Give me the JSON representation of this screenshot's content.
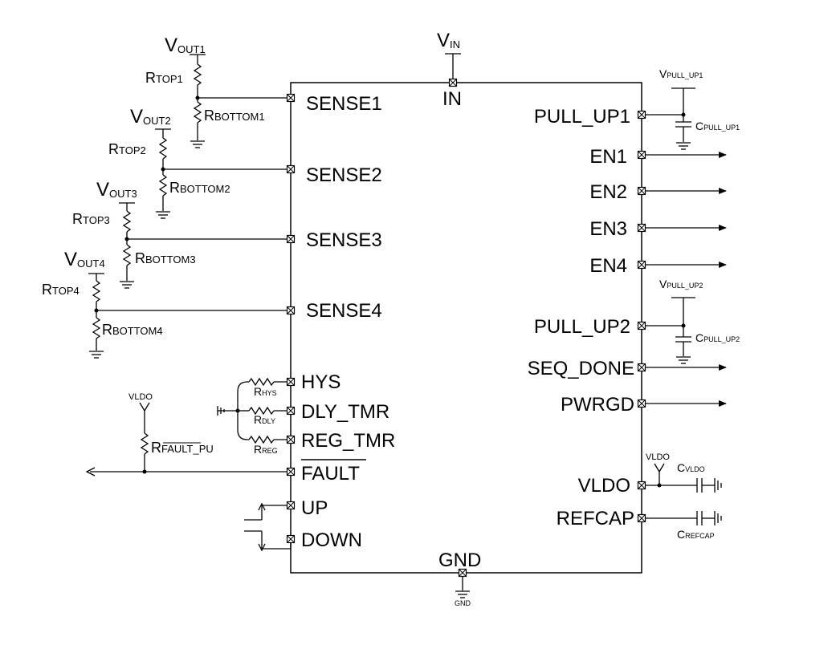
{
  "chip": {
    "top_pin": "IN",
    "bottom_pin": "GND",
    "left_pins": [
      "SENSE1",
      "SENSE2",
      "SENSE3",
      "SENSE4",
      "HYS",
      "DLY_TMR",
      "REG_TMR",
      "FAULT",
      "UP",
      "DOWN"
    ],
    "right_pins": [
      "PULL_UP1",
      "EN1",
      "EN2",
      "EN3",
      "EN4",
      "PULL_UP2",
      "SEQ_DONE",
      "PWRGD",
      "VLDO",
      "REFCAP"
    ]
  },
  "supplies": {
    "vin": {
      "main": "V",
      "sub": "IN"
    },
    "vout": [
      {
        "main": "V",
        "sub": "OUT1"
      },
      {
        "main": "V",
        "sub": "OUT2"
      },
      {
        "main": "V",
        "sub": "OUT3"
      },
      {
        "main": "V",
        "sub": "OUT4"
      }
    ],
    "vpull_up1": {
      "main": "V",
      "sub": "PULL_UP1"
    },
    "vpull_up2": {
      "main": "V",
      "sub": "PULL_UP2"
    },
    "vldo_left": "VLDO",
    "vldo_right": "VLDO",
    "gnd_label": "GND"
  },
  "resistors": {
    "rtop": [
      {
        "main": "R",
        "sub": "TOP1"
      },
      {
        "main": "R",
        "sub": "TOP2"
      },
      {
        "main": "R",
        "sub": "TOP3"
      },
      {
        "main": "R",
        "sub": "TOP4"
      }
    ],
    "rbottom": [
      {
        "main": "R",
        "sub": "BOTTOM1"
      },
      {
        "main": "R",
        "sub": "BOTTOM2"
      },
      {
        "main": "R",
        "sub": "BOTTOM3"
      },
      {
        "main": "R",
        "sub": "BOTTOM4"
      }
    ],
    "rhys": {
      "main": "R",
      "sub": "HYS"
    },
    "rdly": {
      "main": "R",
      "sub": "DLY"
    },
    "rreg": {
      "main": "R",
      "sub": "REG"
    },
    "rfault": {
      "main": "R",
      "sub": "FAULT_PU"
    }
  },
  "capacitors": {
    "cpull_up1": {
      "main": "C",
      "sub": "PULL_UP1"
    },
    "cpull_up2": {
      "main": "C",
      "sub": "PULL_UP2"
    },
    "cvldo": {
      "main": "C",
      "sub": "VLDO"
    },
    "crefcap": {
      "main": "C",
      "sub": "REFCAP"
    }
  }
}
